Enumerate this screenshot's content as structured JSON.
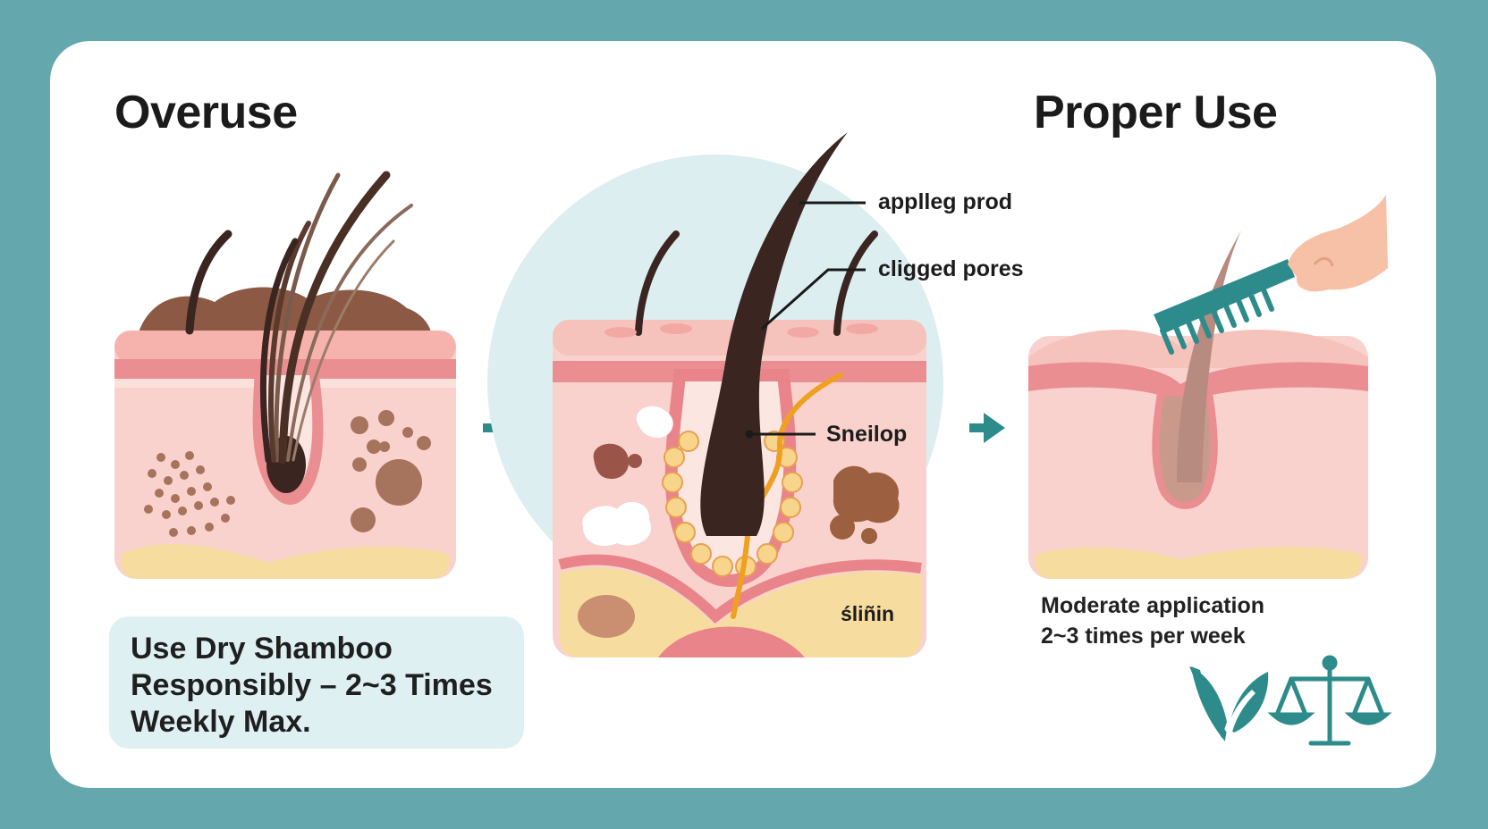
{
  "panels": {
    "left_title": "Overuse",
    "right_title": "Proper Use"
  },
  "labels": {
    "label_1": "applleg prod",
    "label_2": "cligged pores",
    "label_3": "Sneilop",
    "label_4": "śliñin"
  },
  "callout": {
    "text": "Use Dry Shamboo Responsibly – 2~3 Times Weekly Max."
  },
  "right_note": {
    "line_1": "Moderate application",
    "line_2": "2~3 times per week"
  },
  "icons": [
    "arrow-right-icon",
    "arrow-right-icon",
    "leaf-icon",
    "balance-scale-icon",
    "comb-icon",
    "hand-icon"
  ],
  "colors": {
    "frame": "#64a8ad",
    "accent_teal": "#2e8b8b",
    "skin_pink": "#f7c9c4",
    "skin_band": "#e9858a",
    "fat_yellow": "#f5d99a",
    "hair_dark": "#3a2520"
  }
}
